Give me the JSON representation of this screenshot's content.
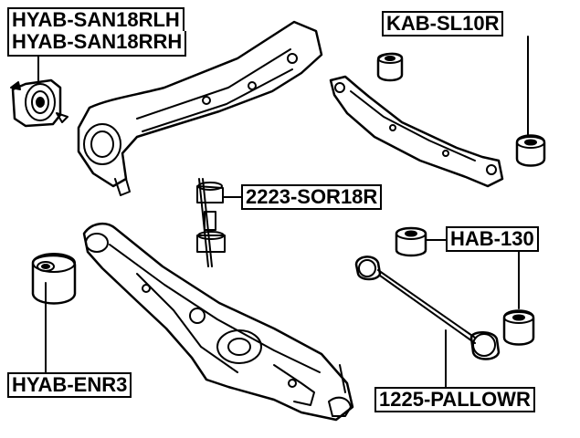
{
  "labels": {
    "hyab_san18rlh": "HYAB-SAN18RLH",
    "hyab_san18rrh": "HYAB-SAN18RRH",
    "kab_sl10r": "KAB-SL10R",
    "sor18r": "2223-SOR18R",
    "hab_130": "HAB-130",
    "hyab_enr3": "HYAB-ENR3",
    "pallowr": "1225-PALLOWR"
  },
  "colors": {
    "ink": "#000000",
    "paper": "#ffffff"
  }
}
